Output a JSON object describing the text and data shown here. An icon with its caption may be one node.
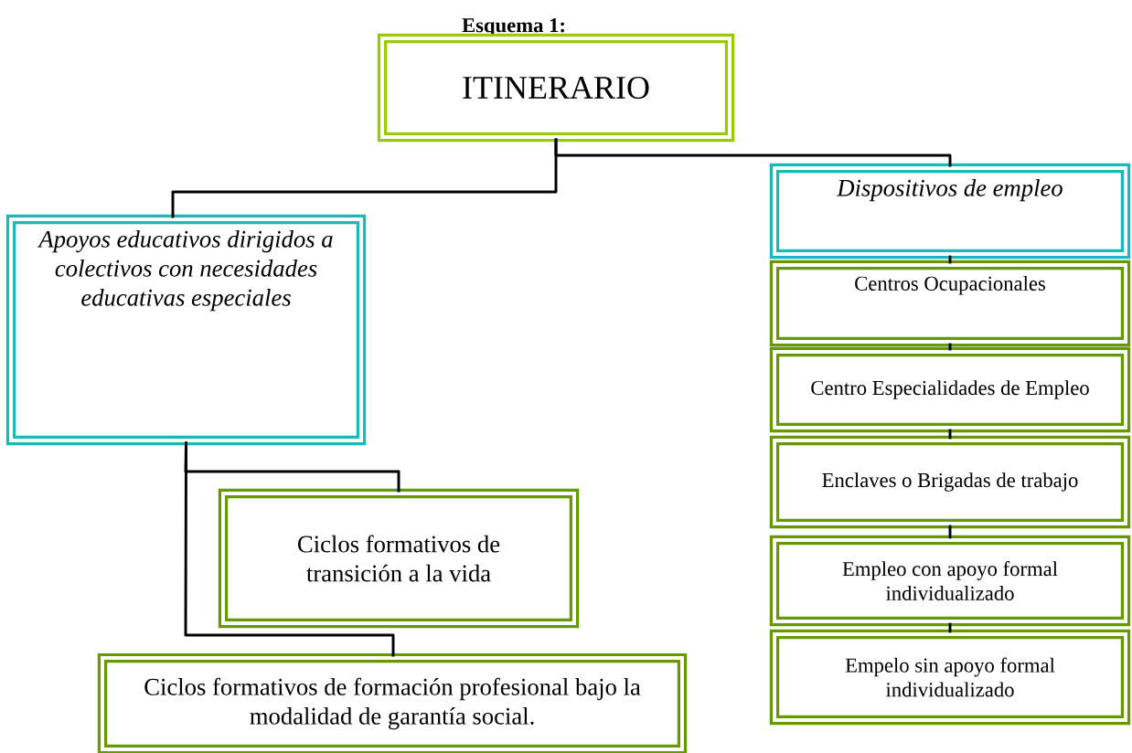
{
  "diagram": {
    "title": "Esquema 1:",
    "nodes": [
      {
        "text": [
          "ITINERARIO"
        ]
      },
      {
        "text": [
          "Apoyos educativos dirigidos a colectivos con necesidades educativas especiales"
        ]
      },
      {
        "text": [
          "Dispositivos de empleo"
        ]
      },
      {
        "text": [
          "Ciclos formativos de transición a la vida"
        ]
      },
      {
        "text": [
          "Ciclos formativos de formación profesional bajo la modalidad de garantía social."
        ]
      },
      {
        "text": [
          "Centros Ocupacionales"
        ]
      },
      {
        "text": [
          "Centro Especialidades de Empleo"
        ]
      },
      {
        "text": [
          "Enclaves o Brigadas de trabajo"
        ]
      },
      {
        "text": [
          "Empleo con apoyo formal individualizado"
        ]
      },
      {
        "text": [
          "Empelo sin apoyo formal individualizado"
        ]
      }
    ],
    "edges": [
      {
        "from": 0,
        "to": 1,
        "arrow": "none"
      },
      {
        "from": 0,
        "to": 2,
        "arrow": "none"
      },
      {
        "from": 1,
        "to": 3,
        "arrow": "none"
      },
      {
        "from": 1,
        "to": 4,
        "arrow": "none"
      },
      {
        "from": 2,
        "to": 5,
        "arrow": "none"
      },
      {
        "from": 5,
        "to": 6,
        "arrow": "none"
      },
      {
        "from": 6,
        "to": 7,
        "arrow": "none"
      },
      {
        "from": 7,
        "to": 8,
        "arrow": "none"
      },
      {
        "from": 8,
        "to": 9,
        "arrow": "none"
      }
    ]
  }
}
